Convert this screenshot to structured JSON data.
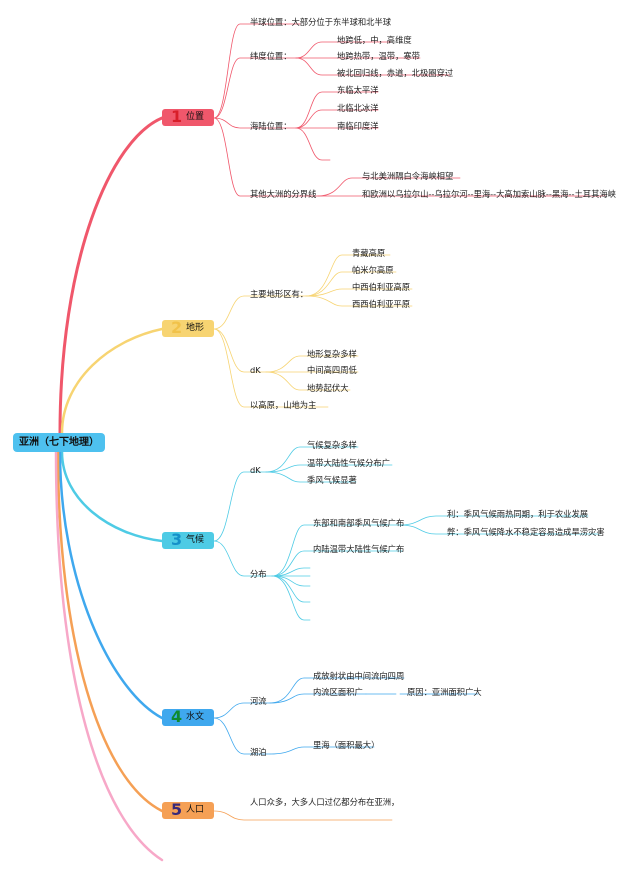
{
  "root": "亚洲（七下地理）",
  "colors": {
    "weizhi": "#f0576b",
    "dixing": "#f7d472",
    "qihou": "#4ecbe5",
    "shuiwen": "#3fa8ee",
    "renkou": "#f5a055",
    "extra": "#f7a8c8"
  },
  "branches": {
    "weizhi": {
      "num": "1",
      "label": "位置",
      "c1": "半球位置：大部分位于东半球和北半球",
      "c2": "纬度位置：",
      "c2a": "地跨低，中，高维度",
      "c2b": "地跨热带，温带，寒带",
      "c2c": "被北回归线，赤道，北极圈穿过",
      "c3": "海陆位置：",
      "c3a": "东临太平洋",
      "c3b": "北临北冰洋",
      "c3c": "南临印度洋",
      "c4": "其他大洲的分界线",
      "c4a": "与北美洲隔白令海峡相望",
      "c4b": "和欧洲以乌拉尔山--乌拉尔河--里海--大高加索山脉--黑海--土耳其海峡"
    },
    "dixing": {
      "num": "2",
      "label": "地形",
      "c1": "主要地形区有：",
      "c1a": "青藏高原",
      "c1b": "帕米尔高原",
      "c1c": "中西伯利亚高原",
      "c1d": "西西伯利亚平原",
      "c2": "dK",
      "c2a": "地形复杂多样",
      "c2b": "中间高四周低",
      "c2c": "地势起伏大",
      "c3": "以高原，山地为主"
    },
    "qihou": {
      "num": "3",
      "label": "气候",
      "c1": "dK",
      "c1a": "气候复杂多样",
      "c1b": "温带大陆性气候分布广",
      "c1c": "季风气候显著",
      "c2": "分布",
      "c2a": "东部和南部季风气候广布",
      "c2a1": "利：季风气候雨热同期，利于农业发展",
      "c2a2": "弊：季风气候降水不稳定容易造成旱涝灾害",
      "c2b": "内陆温带大陆性气候广布"
    },
    "shuiwen": {
      "num": "4",
      "label": "水文",
      "c1": "河流",
      "c1a": "成放射状由中间流向四周",
      "c1b": "内流区面积广",
      "c1b1": "原因：亚洲面积广大",
      "c2": "湖泊",
      "c2a": "里海（面积最大）"
    },
    "renkou": {
      "num": "5",
      "label": "人口",
      "c1": "人口众多，大多人口过亿都分布在亚洲，"
    }
  }
}
